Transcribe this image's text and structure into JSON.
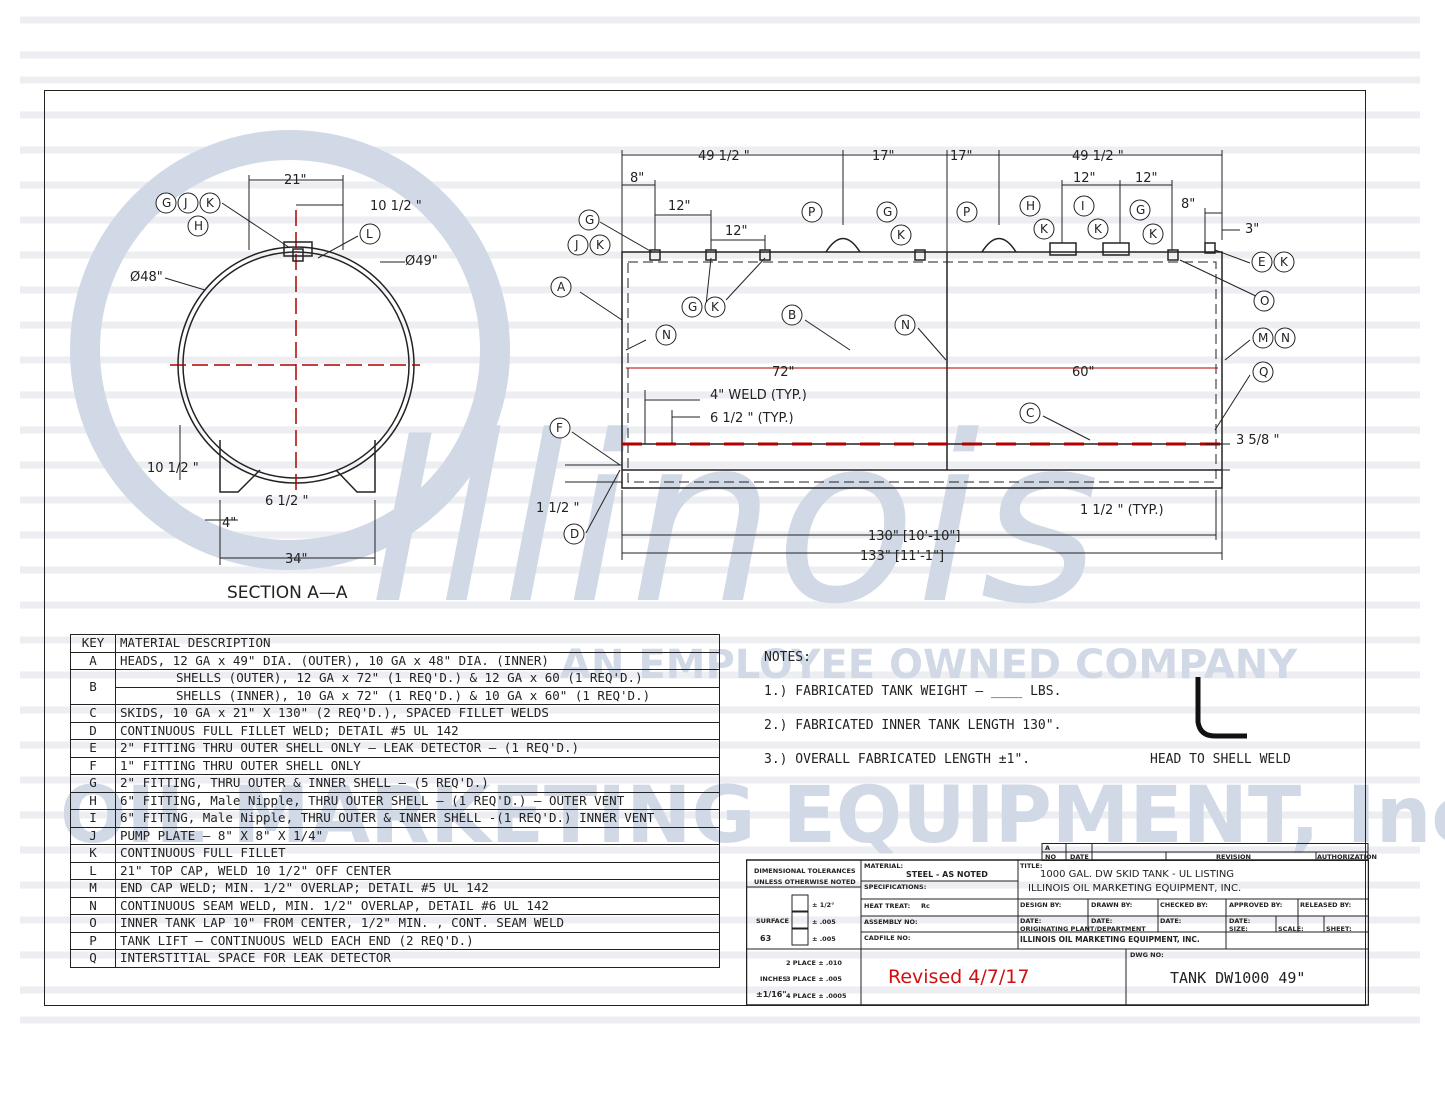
{
  "section_label": "SECTION A—A",
  "section_dims": {
    "top_width": "21\"",
    "offset": "10 1/2 \"",
    "diam_inner": "Ø48\"",
    "diam_outer": "Ø49\"",
    "skid_height": "10 1/2 \"",
    "skid_cut": "6 1/2 \"",
    "skid_width": "4\"",
    "base_width": "34\""
  },
  "section_callouts": [
    "G",
    "J",
    "K",
    "H",
    "L"
  ],
  "elevation_dims": {
    "left_half": "49 1/2 \"",
    "right_half": "49 1/2 \"",
    "lift_left": "17\"",
    "lift_right": "17\"",
    "end_left": "8\"",
    "end_right": "8\"",
    "gap_a": "12\"",
    "gap_b": "12\"",
    "gap_c": "12\"",
    "gap_d": "12\"",
    "end_cap": "3\"",
    "inner_left": "72\"",
    "inner_right": "60\"",
    "weld": "4\" WELD (TYP.)",
    "weld_spacing": "6 1/2 \" (TYP.)",
    "skid_offset": "3 5/8 \"",
    "bottom_left": "1 1/2 \"",
    "bottom_right": "1 1/2 \" (TYP.)",
    "inner_length": "130\" [10'-10\"]",
    "overall_length": "133\" [11'-1\"]"
  },
  "elevation_callouts": [
    "G",
    "J",
    "K",
    "P",
    "H",
    "I",
    "E",
    "O",
    "A",
    "N",
    "B",
    "M",
    "Q",
    "C",
    "F",
    "D"
  ],
  "material_table": {
    "header_key": "KEY",
    "header_desc": "MATERIAL DESCRIPTION",
    "rows": [
      {
        "key": "A",
        "desc": "HEADS, 12 GA x 49\" DIA. (OUTER), 10 GA x 48\" DIA. (INNER)"
      },
      {
        "key": "B",
        "desc": "SHELLS (OUTER), 12 GA x 72\" (1 REQ'D.) & 12 GA x 60 (1 REQ'D.)",
        "desc2": "SHELLS (INNER), 10 GA x 72\" (1 REQ'D.)  & 10 GA x 60\" (1 REQ'D.)"
      },
      {
        "key": "C",
        "desc": "SKIDS, 10 GA x 21\" X 130\" (2 REQ'D.), SPACED FILLET WELDS"
      },
      {
        "key": "D",
        "desc": "CONTINUOUS FULL FILLET WELD; DETAIL #5 UL 142"
      },
      {
        "key": "E",
        "desc": "2\" FITTING THRU OUTER SHELL ONLY — LEAK DETECTOR — (1 REQ'D.)"
      },
      {
        "key": "F",
        "desc": "1\" FITTING THRU OUTER SHELL ONLY"
      },
      {
        "key": "G",
        "desc": "2\" FITTING, THRU OUTER & INNER SHELL — (5 REQ'D.)"
      },
      {
        "key": "H",
        "desc": "6\" FITTING, Male Nipple,  THRU OUTER SHELL — (1 REQ'D.) — OUTER VENT"
      },
      {
        "key": "I",
        "desc": "6\" FITTNG, Male Nipple,   THRU OUTER & INNER SHELL -(1 REQ'D.) INNER VENT"
      },
      {
        "key": "J",
        "desc": "PUMP PLATE — 8\" X 8\" X 1/4\""
      },
      {
        "key": "K",
        "desc": "CONTINUOUS FULL FILLET"
      },
      {
        "key": "L",
        "desc": "21\" TOP CAP, WELD 10 1/2\" OFF CENTER"
      },
      {
        "key": "M",
        "desc": "END CAP WELD; MIN. 1/2\" OVERLAP; DETAIL #5 UL 142"
      },
      {
        "key": "N",
        "desc": "CONTINUOUS SEAM WELD, MIN. 1/2\" OVERLAP, DETAIL #6 UL 142"
      },
      {
        "key": "O",
        "desc": "INNER TANK LAP 10\" FROM CENTER, 1/2\" MIN. , CONT. SEAM WELD"
      },
      {
        "key": "P",
        "desc": "TANK LIFT — CONTINUOUS WELD EACH END (2 REQ'D.)"
      },
      {
        "key": "Q",
        "desc": "INTERSTITIAL SPACE FOR LEAK DETECTOR"
      }
    ]
  },
  "notes": {
    "title": "NOTES:",
    "items": [
      "1.) FABRICATED TANK WEIGHT — ____ LBS.",
      "2.) FABRICATED INNER TANK LENGTH 130\".",
      "3.) OVERALL FABRICATED LENGTH ±1\"."
    ],
    "weld_caption": "HEAD TO SHELL WELD"
  },
  "watermark": {
    "script": "Illinois",
    "line1": "AN EMPLOYEE OWNED COMPANY",
    "line2": "OIL MARKETING EQUIPMENT, Inc."
  },
  "title_block": {
    "rev_letter": "A",
    "rev_no": "NO",
    "rev_date": "DATE",
    "rev_revision": "REVISION",
    "rev_auth": "AUTHORIZATION",
    "tolerances_1": "DIMENSIONAL TOLERANCES",
    "tolerances_2": "UNLESS OTHERWISE NOTED",
    "material_label": "MATERIAL:",
    "material_value": "STEEL - AS NOTED",
    "specs_label": "SPECIFICATIONS:",
    "heat_treat_label": "HEAT TREAT:",
    "heat_treat_value": "Rc",
    "assembly_label": "ASSEMBLY NO:",
    "cadfile_label": "CADFILE NO:",
    "surface_label": "SURFACE",
    "surface_value": "63",
    "tol_angle": "± 1/2°",
    "tol_perp": "± .005",
    "tol_par": "± .005",
    "title_label": "TITLE:",
    "title_1": "1000 GAL. DW SKID TANK - UL LISTING",
    "title_2": "ILLINOIS OIL MARKETING EQUIPMENT, INC.",
    "design_by": "DESIGN BY:",
    "drawn_by": "DRAWN BY:",
    "checked_by": "CHECKED BY:",
    "approved_by": "APPROVED BY:",
    "released_by": "RELEASED BY:",
    "date": "DATE:",
    "orig_label": "ORIGINATING PLANT/DEPARTMENT",
    "orig_value": "ILLINOIS OIL MARKETING EQUIPMENT, INC.",
    "size": "SIZE:",
    "scale": "SCALE:",
    "sheet": "SHEET:",
    "place2": "2 PLACE  ± .010",
    "place3": "3 PLACE  ± .005",
    "place4": "4 PLACE  ± .0005",
    "inches": "INCHES",
    "inches_tol": "±1/16\"",
    "revised": "Revised 4/7/17",
    "dwg_label": "DWG NO:",
    "dwg_value": "TANK DW1000 49\""
  },
  "colors": {
    "line": "#222222",
    "red": "#b00000",
    "watermark": "#c7d0e0",
    "stripe": "#eceef2"
  }
}
